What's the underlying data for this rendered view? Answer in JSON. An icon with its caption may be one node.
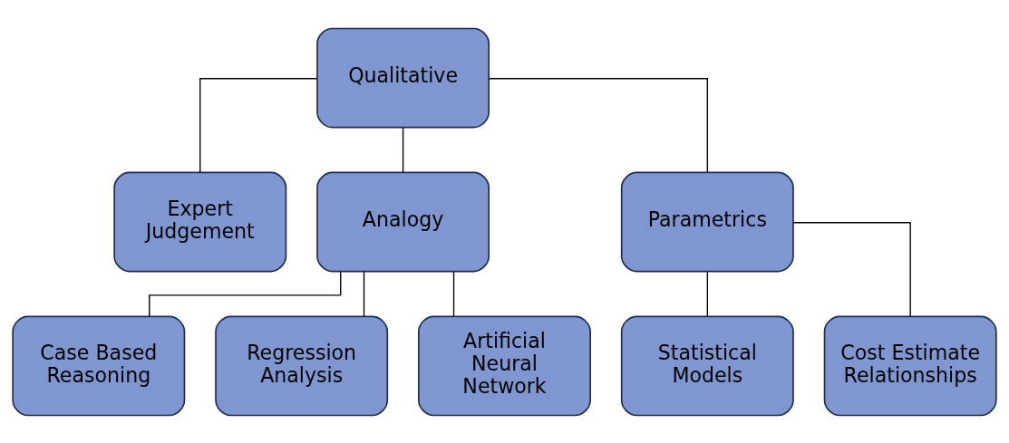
{
  "diagram": {
    "nodes": [
      {
        "text": [
          "Qualitative"
        ]
      },
      {
        "text": [
          "Expert Judgement"
        ]
      },
      {
        "text": [
          "Analogy"
        ]
      },
      {
        "text": [
          "Parametrics"
        ]
      },
      {
        "text": [
          "Case Based Reasoning"
        ]
      },
      {
        "text": [
          "Regression Analysis"
        ]
      },
      {
        "text": [
          "Artificial Neural Network"
        ]
      },
      {
        "text": [
          "Statistical Models"
        ]
      },
      {
        "text": [
          "Cost Estimate Relationships"
        ]
      }
    ],
    "edges": [
      {
        "from": 0,
        "to": 1,
        "arrow": "none"
      },
      {
        "from": 0,
        "to": 2,
        "arrow": "none"
      },
      {
        "from": 0,
        "to": 3,
        "arrow": "none"
      },
      {
        "from": 2,
        "to": 4,
        "arrow": "none"
      },
      {
        "from": 2,
        "to": 5,
        "arrow": "none"
      },
      {
        "from": 2,
        "to": 6,
        "arrow": "none"
      },
      {
        "from": 3,
        "to": 7,
        "arrow": "none"
      },
      {
        "from": 3,
        "to": 8,
        "arrow": "none"
      }
    ]
  }
}
